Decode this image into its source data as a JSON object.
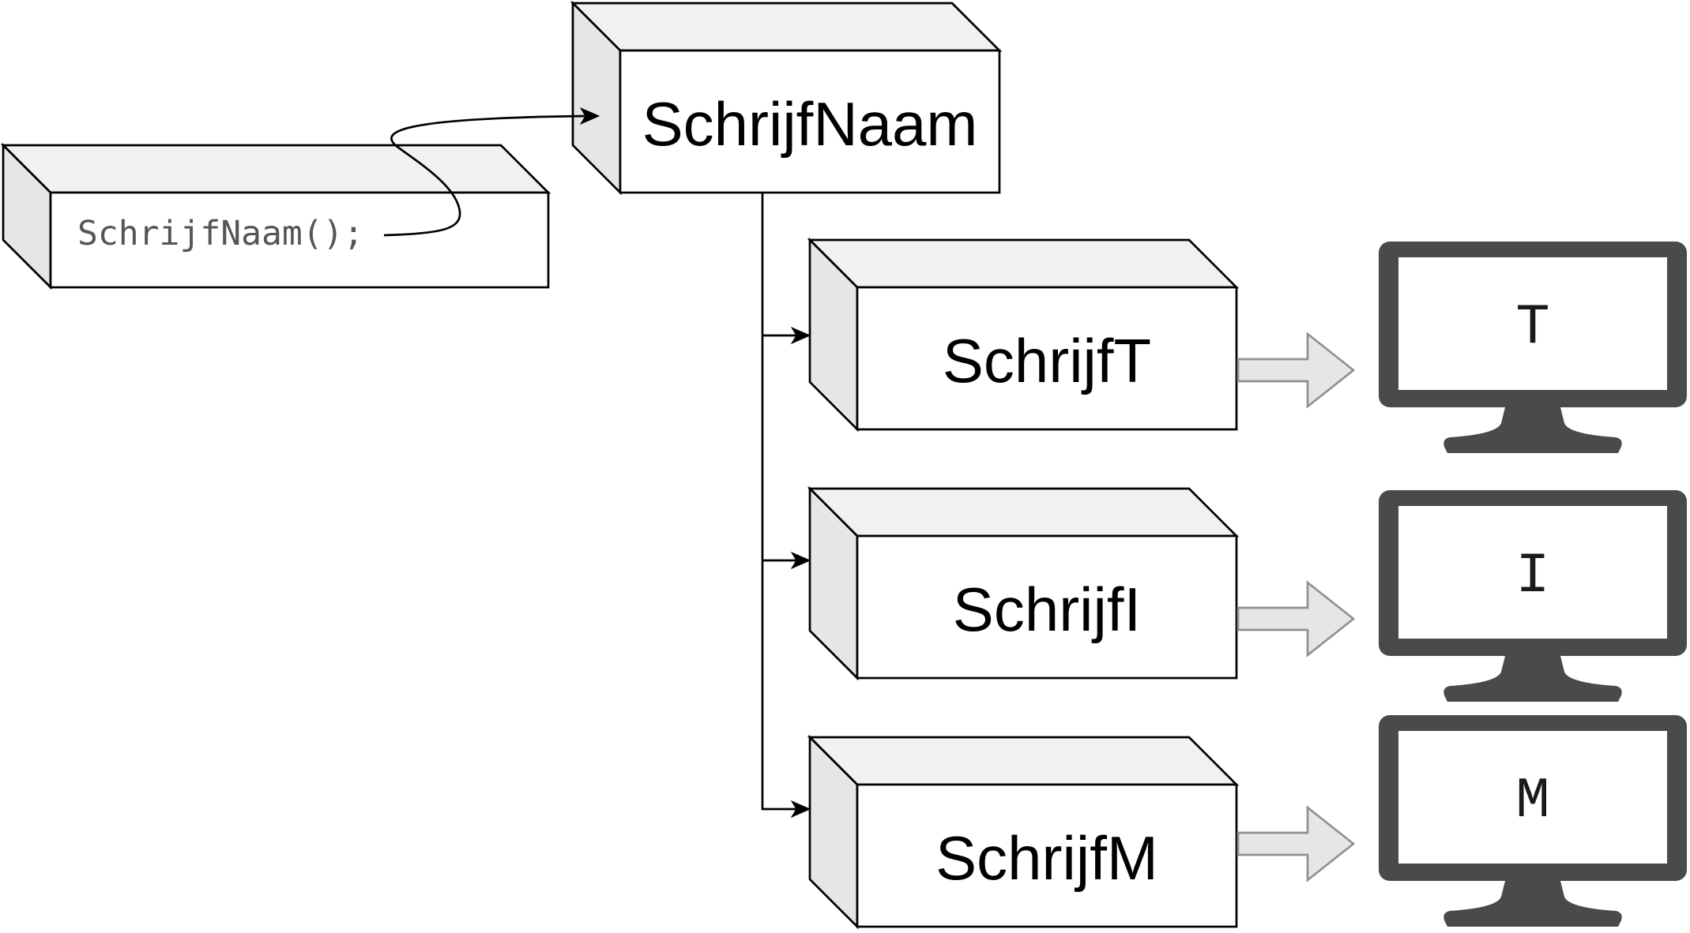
{
  "caller": {
    "code": "SchrijfNaam();"
  },
  "main_procedure": {
    "label": "SchrijfNaam"
  },
  "sub_procedures": [
    {
      "label": "SchrijfT",
      "screen_output": "T"
    },
    {
      "label": "SchrijfI",
      "screen_output": "I"
    },
    {
      "label": "SchrijfM",
      "screen_output": "M"
    }
  ],
  "colors": {
    "box_front": "#ffffff",
    "box_top": "#f1f1f1",
    "box_side": "#e6e6e6",
    "monitor": "#4a4a4a",
    "flow_arrow_fill": "#e6e6e6",
    "flow_arrow_stroke": "#909090"
  },
  "icons": {
    "monitor": "monitor-icon",
    "flow_arrow": "block-arrow-right-icon"
  }
}
